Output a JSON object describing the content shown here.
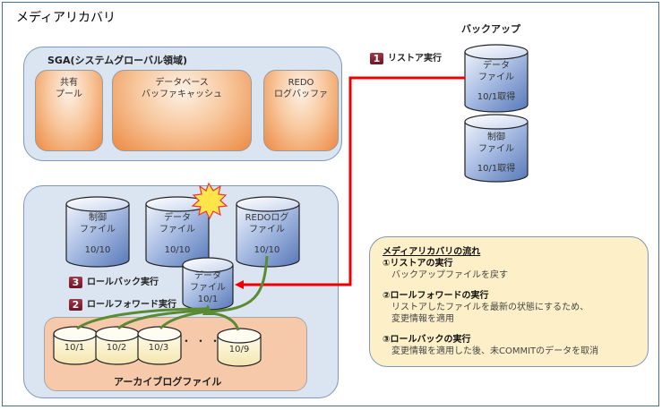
{
  "title": "メディアリカバリ",
  "sga": {
    "label": "SGA(システムグローバル領域)",
    "boxes": [
      {
        "line1": "共有",
        "line2": "プール"
      },
      {
        "line1": "データベース",
        "line2": "バッファキャッシュ"
      },
      {
        "line1": "REDO",
        "line2": "ログバッファ"
      }
    ]
  },
  "backup": {
    "label": "バックアップ",
    "files": [
      {
        "line1": "データ",
        "line2": "ファイル",
        "date": "10/1取得"
      },
      {
        "line1": "制御",
        "line2": "ファイル",
        "date": "10/1取得"
      }
    ]
  },
  "database": {
    "files": [
      {
        "line1": "制御",
        "line2": "ファイル",
        "date": "10/10"
      },
      {
        "line1": "データ",
        "line2": "ファイル",
        "date": "10/10",
        "damaged": true
      },
      {
        "line1": "REDOログ",
        "line2": "ファイル",
        "date": "10/10"
      }
    ],
    "restored": {
      "line1": "データ",
      "line2": "ファイル",
      "date": "10/1"
    }
  },
  "archive": {
    "label": "アーカイブログファイル",
    "files": [
      "10/1",
      "10/2",
      "10/3",
      "10/9"
    ],
    "ellipsis": "・・・"
  },
  "steps": [
    {
      "num": "1",
      "label": "リストア実行"
    },
    {
      "num": "2",
      "label": "ロールフォワード実行"
    },
    {
      "num": "3",
      "label": "ロールバック実行"
    }
  ],
  "flow": {
    "title": "メディアリカバリの流れ",
    "items": [
      {
        "heading": "①リストアの実行",
        "desc": [
          "バックアップファイルを戻す"
        ]
      },
      {
        "heading": "②ロールフォワードの実行",
        "desc": [
          "リストアしたファイルを最新の状態にするため、",
          "変更情報を適用"
        ]
      },
      {
        "heading": "③ロールバックの実行",
        "desc": [
          "変更情報を適用した後、未COMMITのデータを取消"
        ]
      }
    ]
  },
  "colors": {
    "restore_arrow": "#ee0000",
    "rollforward_arrow": "#5a8a32",
    "badge": "#8b1c2c",
    "cylinder_blue": "#7c9cd0",
    "cylinder_cream": "#fbf0c6"
  }
}
